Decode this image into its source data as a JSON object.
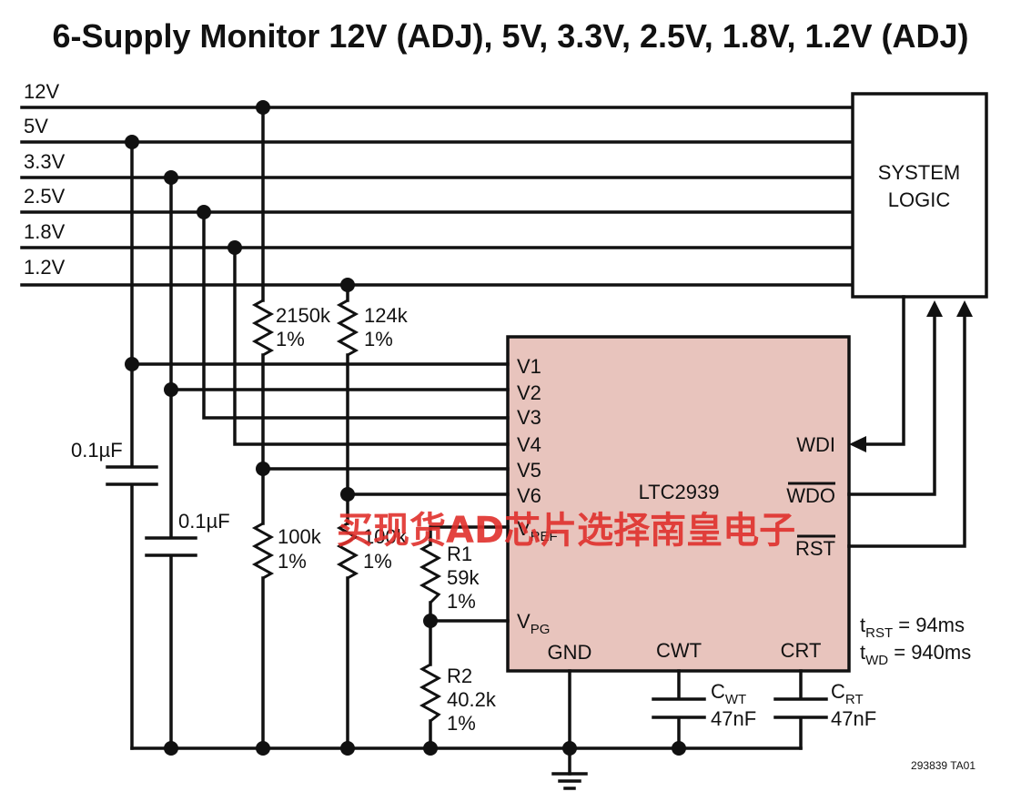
{
  "title": "6-Supply Monitor 12V (ADJ), 5V, 3.3V, 2.5V, 1.8V, 1.2V (ADJ)",
  "rails": [
    "12V",
    "5V",
    "3.3V",
    "2.5V",
    "1.8V",
    "1.2V"
  ],
  "system_logic": {
    "line1": "SYSTEM",
    "line2": "LOGIC"
  },
  "ic": {
    "name": "LTC2939",
    "fill": "#e8c4bd",
    "pins_left": [
      "V1",
      "V2",
      "V3",
      "V4",
      "V5",
      "V6"
    ],
    "vref": {
      "main": "V",
      "sub": "REF"
    },
    "vpg": {
      "main": "V",
      "sub": "PG"
    },
    "pins_right": [
      "WDI",
      "WDO",
      "RST"
    ],
    "pins_bottom": [
      "GND",
      "CWT",
      "CRT"
    ]
  },
  "resistors": {
    "r12_top": {
      "value": "2150k",
      "tol": "1%"
    },
    "r12_bot": {
      "value": "100k",
      "tol": "1%"
    },
    "r12v_top": {
      "value": "124k",
      "tol": "1%"
    },
    "r12v_bot": {
      "value": "100k",
      "tol": "1%"
    },
    "r1": {
      "name": "R1",
      "value": "59k",
      "tol": "1%"
    },
    "r2": {
      "name": "R2",
      "value": "40.2k",
      "tol": "1%"
    }
  },
  "capacitors": {
    "c5v": "0.1µF",
    "c33v": "0.1µF",
    "cwt": {
      "main": "C",
      "sub": "WT",
      "value": "47nF"
    },
    "crt": {
      "main": "C",
      "sub": "RT",
      "value": "47nF"
    }
  },
  "timing": {
    "t_rst": {
      "main": "t",
      "sub": "RST",
      "value": " = 94ms"
    },
    "t_wd": {
      "main": "t",
      "sub": "WD",
      "value": " = 940ms"
    }
  },
  "figure_id": "293839 TA01",
  "watermark": "买现货AD芯片选择南皇电子"
}
